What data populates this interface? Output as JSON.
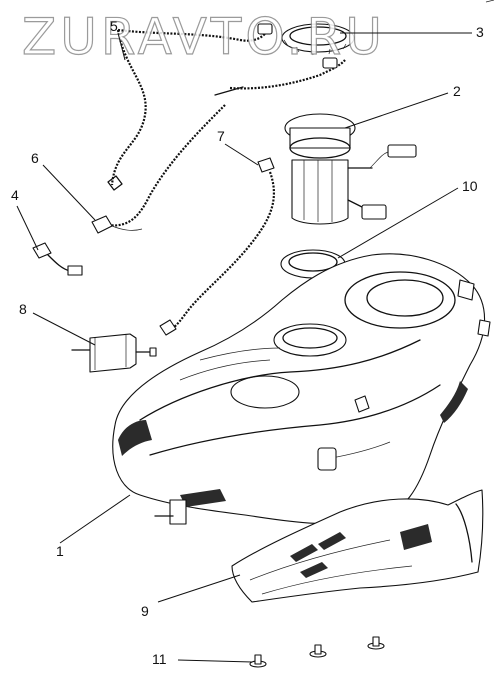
{
  "watermark": "ZURAVTO.RU",
  "callouts": [
    {
      "id": "1",
      "label": "1"
    },
    {
      "id": "2",
      "label": "2"
    },
    {
      "id": "3",
      "label": "3"
    },
    {
      "id": "4",
      "label": "4"
    },
    {
      "id": "5",
      "label": "5"
    },
    {
      "id": "6",
      "label": "6"
    },
    {
      "id": "7",
      "label": "7"
    },
    {
      "id": "8",
      "label": "8"
    },
    {
      "id": "9",
      "label": "9"
    },
    {
      "id": "10",
      "label": "10"
    },
    {
      "id": "11",
      "label": "11"
    }
  ]
}
